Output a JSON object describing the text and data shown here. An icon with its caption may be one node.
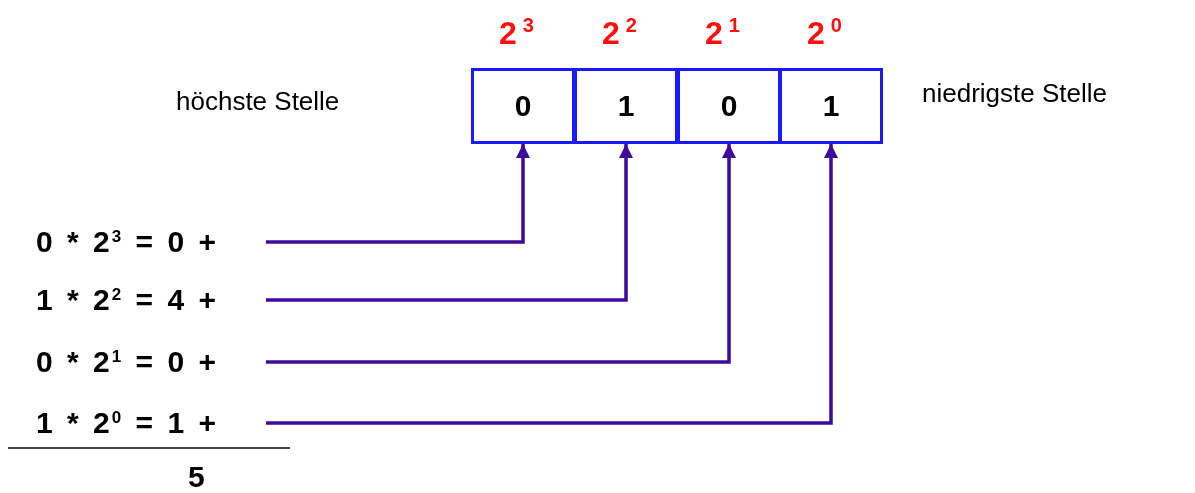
{
  "diagram": {
    "nodes": [
      {
        "text": [
          "0"
        ],
        "beside": [
          "2$^{3}$"
        ]
      },
      {
        "text": [
          "1"
        ],
        "beside": [
          "2$^{2}$"
        ]
      },
      {
        "text": [
          "0"
        ],
        "beside": [
          "2$^{1}$"
        ]
      },
      {
        "text": [
          "1"
        ],
        "beside": [
          "2$^{0}$"
        ]
      },
      {
        "text": [
          "0 * 2$^{3}$ = 0 +"
        ]
      },
      {
        "text": [
          "1 * 2$^{2}$ = 4 +"
        ]
      },
      {
        "text": [
          "0 * 2$^{1}$ = 0 +"
        ]
      },
      {
        "text": [
          "1 * 2$^{0}$ = 1 +"
        ]
      }
    ],
    "edges": [
      {
        "from": 4,
        "to": 0,
        "arrow": "to"
      },
      {
        "from": 5,
        "to": 1,
        "arrow": "to"
      },
      {
        "from": 6,
        "to": 2,
        "arrow": "to"
      },
      {
        "from": 7,
        "to": 3,
        "arrow": "to"
      }
    ],
    "labels": [
      "höchste Stelle",
      "niedrigste Stelle",
      "5"
    ]
  }
}
